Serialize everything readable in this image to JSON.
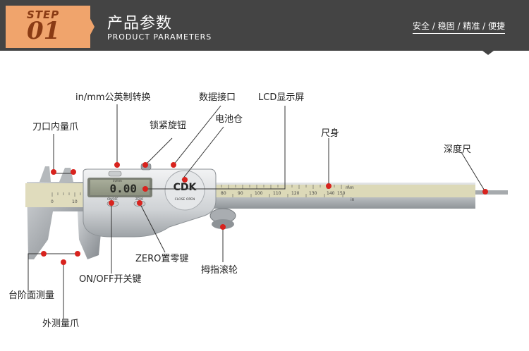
{
  "header": {
    "step_word": "STEP",
    "step_number": "01",
    "title_cn": "产品参数",
    "title_en": "PRODUCT PARAMETERS",
    "tagline": "安全 / 稳固 / 精准 / 便捷"
  },
  "caliper": {
    "brand": "CDK",
    "lock_text": "CLOSE  OPEN",
    "screen_reading": "0.00",
    "btn_inmm": "in/mm",
    "btn_onoff": "ON/OFF",
    "btn_zero": "ZERO",
    "scale_unit_mm": "mm",
    "scale_unit_in": "in",
    "main_scale_numbers": [
      "80",
      "90",
      "100",
      "110",
      "120",
      "130",
      "140",
      "150"
    ],
    "jaw_scale_numbers": [
      "0",
      "10"
    ]
  },
  "labels": {
    "inmm_switch": "in/mm公英制转换",
    "data_port": "数据接口",
    "lcd_screen": "LCD显示屏",
    "inside_jaw": "刀口内量爪",
    "lock_screw": "锁紧旋钮",
    "battery": "电池仓",
    "ruler_body": "尺身",
    "depth_rod": "深度尺",
    "zero_key": "ZERO置零键",
    "thumb_roller": "拇指滚轮",
    "onoff_key": "ON/OFF开关键",
    "step_measure": "台阶面测量",
    "outside_jaw": "外测量爪"
  },
  "colors": {
    "header_bg": "#444444",
    "step_accent": "#f0a46c",
    "step_text": "#8a3b14",
    "marker_red": "#d8231e"
  }
}
